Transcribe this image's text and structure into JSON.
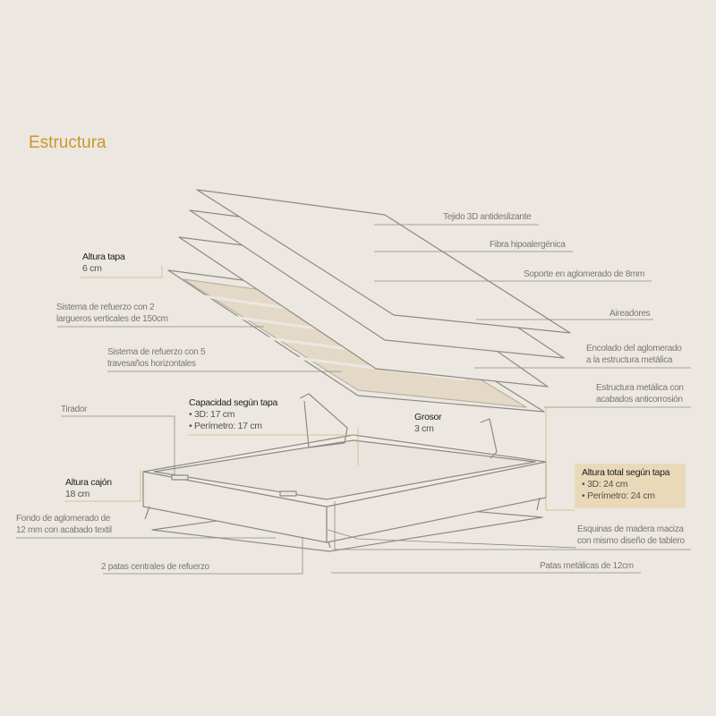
{
  "title": "Estructura",
  "labels_right": {
    "tejido": "Tejido 3D antideslizante",
    "fibra": "Fibra hipoalergénica",
    "soporte": "Soporte en aglomerado de 8mm",
    "aireadores": "Aireadores",
    "encolado_1": "Encolado del aglomerado",
    "encolado_2": "a la estructura metálica",
    "estructura_1": "Estructura metálica con",
    "estructura_2": "acabados anticorrosión",
    "esquinas_1": "Esquinas de madera maciza",
    "esquinas_2": "con mismo diseño de tablero",
    "patas": "Patas metálicas de 12cm"
  },
  "labels_left": {
    "largueros_1": "Sistema de refuerzo con 2",
    "largueros_2": "largueros verticales de 150cm",
    "travesanos_1": "Sistema de refuerzo con 5",
    "travesanos_2": "travesaños horizontales",
    "tirador": "Tirador",
    "fondo_1": "Fondo de aglomerado de",
    "fondo_2": "12 mm con acabado textil",
    "patas_centrales": "2 patas centrales de refuerzo"
  },
  "dimensions": {
    "altura_tapa": {
      "label": "Altura tapa",
      "value": "6 cm"
    },
    "capacidad": {
      "label": "Capacidad según tapa",
      "items": [
        "3D: 17 cm",
        "Perímetro: 17 cm"
      ]
    },
    "grosor": {
      "label": "Grosor",
      "value": "3 cm"
    },
    "altura_cajon": {
      "label": "Altura cajón",
      "value": "18 cm"
    },
    "altura_total": {
      "label": "Altura total según tapa",
      "items": [
        "3D: 24 cm",
        "Perímetro: 24 cm"
      ]
    }
  },
  "colors": {
    "background": "#ece8e1",
    "accent": "#c9962e",
    "highlight_box": "#ead9b9",
    "slat": "#e3d9c6"
  }
}
